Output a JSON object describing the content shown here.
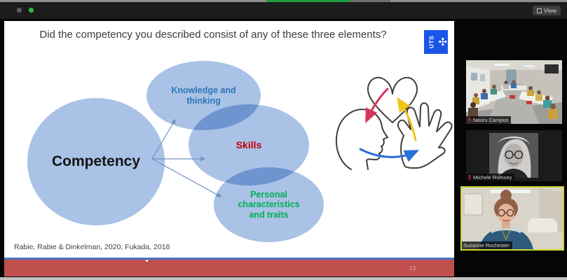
{
  "titlebar": {
    "view_button_label": "View"
  },
  "slide": {
    "title": "Did the competency you described consist of any of these three elements?",
    "logo_text": "UTS",
    "diagram": {
      "center_label": "Competency",
      "nodes": [
        {
          "label": "Knowledge and thinking",
          "color": "#2e75b6"
        },
        {
          "label": "Skills",
          "color": "#c00000"
        },
        {
          "label": "Personal characteristics and traits",
          "color": "#00b050"
        }
      ],
      "bubble_fill": "#a9c2e6",
      "sketch_arrows": {
        "red": "#d6365a",
        "yellow": "#f0c419",
        "blue": "#2a6fd6"
      }
    },
    "citation": "Rabie, Rabie & Dinkelman, 2020; Fukada, 2018",
    "page_number": "13",
    "footer_bar_color": "#c0504d",
    "footer_line_color": "#4a74c0"
  },
  "participants": [
    {
      "name": "Nauru Campus",
      "muted": true,
      "active": false
    },
    {
      "name": "Michele Rumsey",
      "muted": true,
      "active": false
    },
    {
      "name": "Suzanne Rochester",
      "muted": false,
      "active": true
    }
  ],
  "active_border_color": "#cdd42c",
  "icons": {
    "uts_glyph": "✣"
  }
}
